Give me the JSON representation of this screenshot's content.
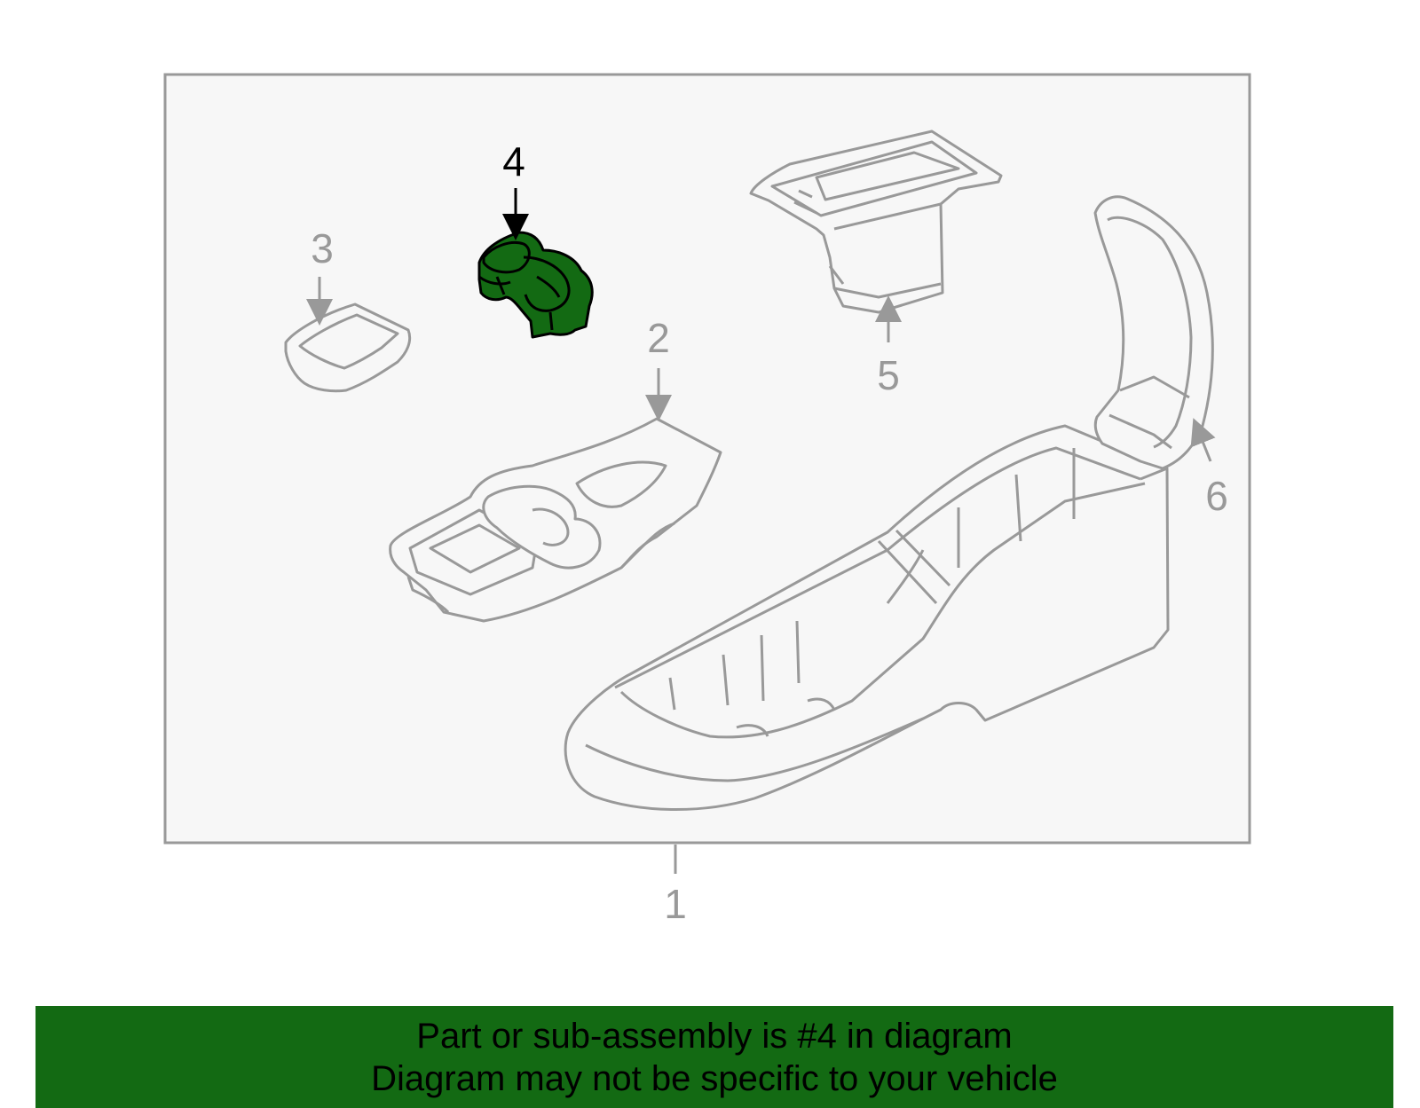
{
  "callouts": {
    "c1": "1",
    "c2": "2",
    "c3": "3",
    "c4": "4",
    "c5": "5",
    "c6": "6"
  },
  "banner": {
    "line1": "Part or sub-assembly is #4 in diagram",
    "line2": "Diagram may not be specific to your vehicle"
  },
  "colors": {
    "highlight_part": "#136a13",
    "banner_bg": "#136a13",
    "frame_fill": "#f7f7f7",
    "line_gray": "#999999",
    "selected_callout": "#000000"
  },
  "highlighted_part": "4"
}
